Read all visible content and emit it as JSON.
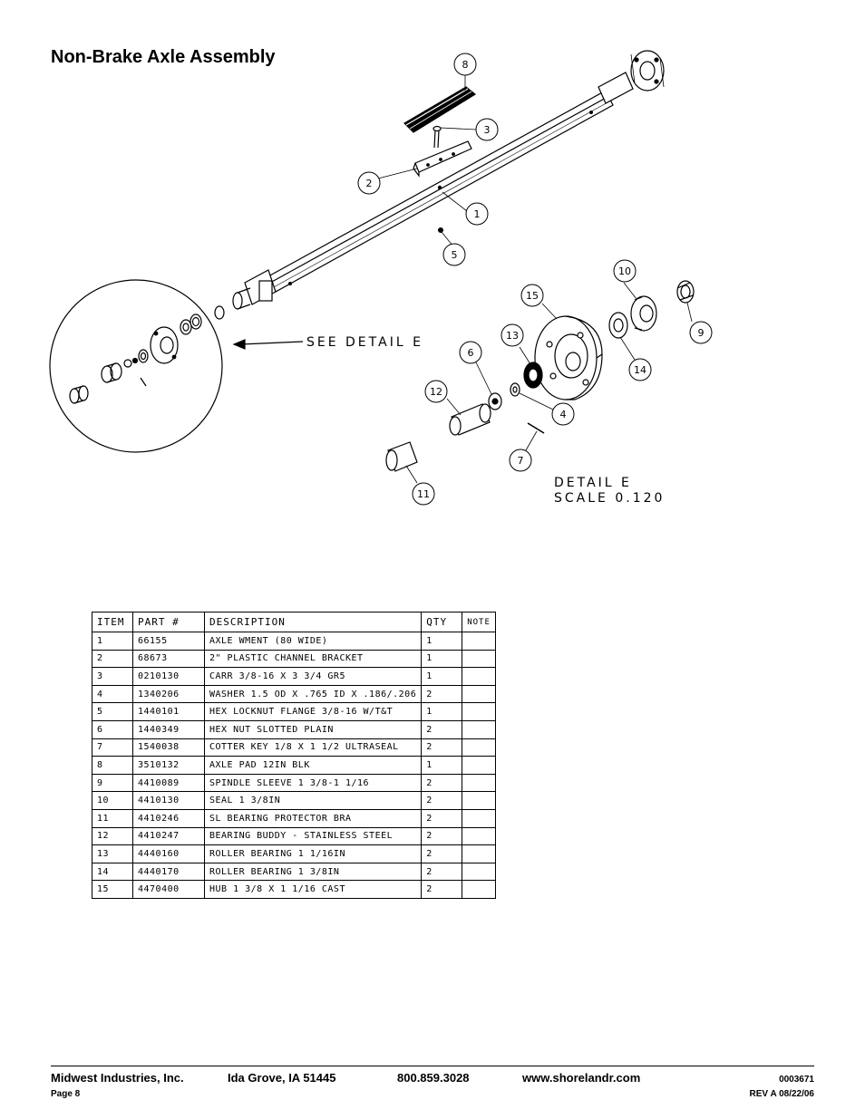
{
  "title": "Non-Brake Axle Assembly",
  "drawing": {
    "callout_text": "SEE DETAIL E",
    "detail_label": "DETAIL E",
    "detail_scale": "SCALE 0.120",
    "balloons": [
      "8",
      "3",
      "2",
      "1",
      "5",
      "10",
      "15",
      "9",
      "13",
      "6",
      "14",
      "12",
      "4",
      "7",
      "11"
    ]
  },
  "table": {
    "headers": [
      "ITEM",
      "PART #",
      "DESCRIPTION",
      "QTY",
      "NOTE"
    ],
    "rows": [
      {
        "item": "1",
        "part": "66155",
        "description": "AXLE WMENT (80 WIDE)",
        "qty": "1",
        "note": ""
      },
      {
        "item": "2",
        "part": "68673",
        "description": "2\" PLASTIC CHANNEL BRACKET",
        "qty": "1",
        "note": ""
      },
      {
        "item": "3",
        "part": "0210130",
        "description": "CARR 3/8-16 X 3 3/4 GR5",
        "qty": "1",
        "note": ""
      },
      {
        "item": "4",
        "part": "1340206",
        "description": "WASHER 1.5 OD X .765 ID X .186/.206",
        "qty": "2",
        "note": ""
      },
      {
        "item": "5",
        "part": "1440101",
        "description": "HEX LOCKNUT FLANGE 3/8-16 W/T&T",
        "qty": "1",
        "note": ""
      },
      {
        "item": "6",
        "part": "1440349",
        "description": "HEX NUT SLOTTED PLAIN",
        "qty": "2",
        "note": ""
      },
      {
        "item": "7",
        "part": "1540038",
        "description": "COTTER KEY 1/8 X 1 1/2 ULTRASEAL",
        "qty": "2",
        "note": ""
      },
      {
        "item": "8",
        "part": "3510132",
        "description": "AXLE PAD 12IN BLK",
        "qty": "1",
        "note": ""
      },
      {
        "item": "9",
        "part": "4410089",
        "description": "SPINDLE SLEEVE 1 3/8-1 1/16",
        "qty": "2",
        "note": ""
      },
      {
        "item": "10",
        "part": "4410130",
        "description": "SEAL 1 3/8IN",
        "qty": "2",
        "note": ""
      },
      {
        "item": "11",
        "part": "4410246",
        "description": "SL BEARING PROTECTOR BRA",
        "qty": "2",
        "note": ""
      },
      {
        "item": "12",
        "part": "4410247",
        "description": "BEARING BUDDY - STAINLESS STEEL",
        "qty": "2",
        "note": ""
      },
      {
        "item": "13",
        "part": "4440160",
        "description": "ROLLER BEARING 1 1/16IN",
        "qty": "2",
        "note": ""
      },
      {
        "item": "14",
        "part": "4440170",
        "description": "ROLLER BEARING 1 3/8IN",
        "qty": "2",
        "note": ""
      },
      {
        "item": "15",
        "part": "4470400",
        "description": "HUB 1 3/8 X 1 1/16 CAST",
        "qty": "2",
        "note": ""
      }
    ]
  },
  "footer": {
    "company": "Midwest Industries, Inc.",
    "city": "Ida Grove, IA  51445",
    "phone": "800.859.3028",
    "website": "www.shorelandr.com",
    "doc_number": "0003671",
    "page": "Page 8",
    "revision": "REV A  08/22/06"
  }
}
